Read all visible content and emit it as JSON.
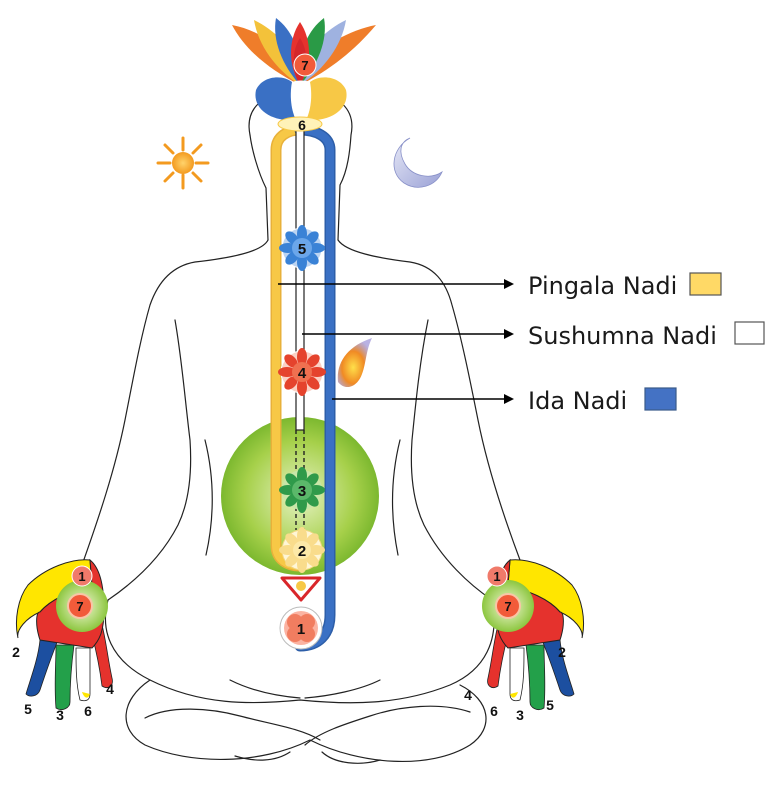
{
  "colors": {
    "pingala": "#f7c846",
    "ida": "#3a70c4",
    "sushumna": "#ffffff",
    "heart_glow": "#8cc63f"
  },
  "legend": [
    {
      "label": "Pingala Nadi",
      "color": "#ffd966"
    },
    {
      "label": "Sushumna Nadi",
      "color": "#ffffff"
    },
    {
      "label": "Ida Nadi",
      "color": "#4472c4"
    }
  ],
  "chakras": {
    "c7": "7",
    "c6": "6",
    "c5": "5",
    "c4": "4",
    "c3": "3",
    "c2": "2",
    "c1": "1"
  },
  "left_hand": {
    "palm_top": "1",
    "palm_center": "7",
    "finger_2": "2",
    "finger_5": "5",
    "finger_3": "3",
    "finger_6": "6",
    "finger_4": "4"
  },
  "right_hand": {
    "palm_top": "1",
    "palm_center": "7",
    "finger_2": "2",
    "finger_5": "5",
    "finger_3": "3",
    "finger_6": "6",
    "finger_4": "4"
  },
  "icons": [
    "sun-icon",
    "moon-icon",
    "flame-icon",
    "lotus-crown-icon",
    "triangle-icon"
  ]
}
